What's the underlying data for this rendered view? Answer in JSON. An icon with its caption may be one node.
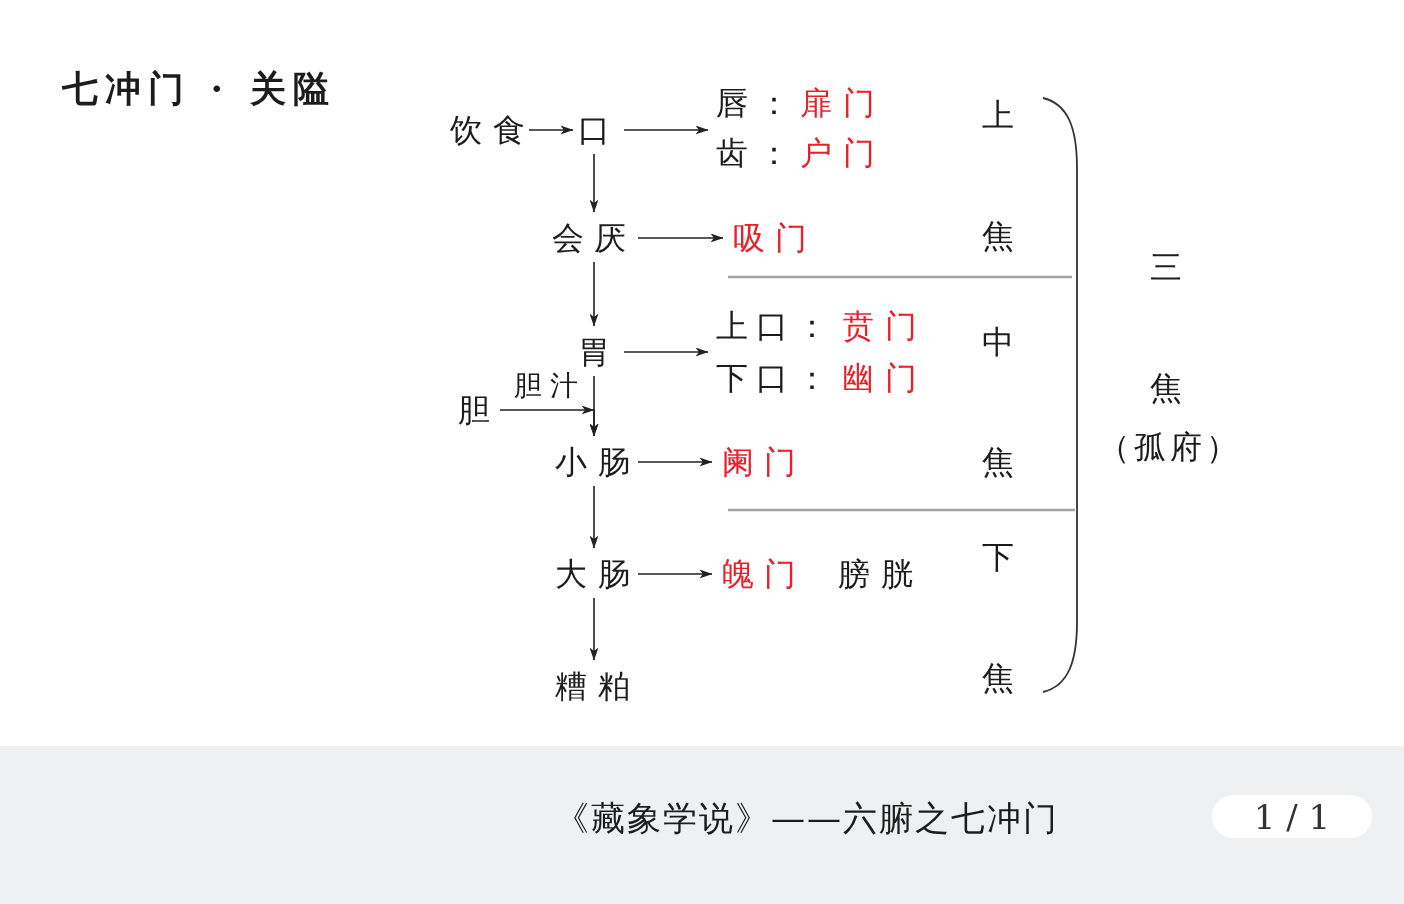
{
  "diagram": {
    "title": "七冲门 · 关隘",
    "nodes": [
      {
        "text": [
          "饮食"
        ]
      },
      {
        "text": [
          "口"
        ]
      },
      {
        "text": [
          "唇：",
          "扉门",
          "齿：",
          "户门"
        ]
      },
      {
        "text": [
          "会厌"
        ]
      },
      {
        "text": [
          "吸门"
        ]
      },
      {
        "text": [
          "胃"
        ]
      },
      {
        "text": [
          "上口：",
          "贲门",
          "下口：",
          "幽门"
        ]
      },
      {
        "text": [
          "胆"
        ]
      },
      {
        "text": [
          "小肠"
        ]
      },
      {
        "text": [
          "阑门"
        ]
      },
      {
        "text": [
          "大肠"
        ]
      },
      {
        "text": [
          "魄门"
        ]
      },
      {
        "text": [
          "糟粕"
        ]
      }
    ],
    "edges": [
      {
        "from": 0,
        "to": 1,
        "arrow": "to"
      },
      {
        "from": 1,
        "to": 2,
        "arrow": "to"
      },
      {
        "from": 1,
        "to": 3,
        "arrow": "to"
      },
      {
        "from": 3,
        "to": 4,
        "arrow": "to"
      },
      {
        "from": 3,
        "to": 5,
        "arrow": "to"
      },
      {
        "from": 5,
        "to": 6,
        "arrow": "to"
      },
      {
        "from": 5,
        "to": 8,
        "arrow": "to"
      },
      {
        "from": 7,
        "to": 8,
        "arrow": "to",
        "label": "胆汁"
      },
      {
        "from": 8,
        "to": 9,
        "arrow": "to"
      },
      {
        "from": 8,
        "to": 10,
        "arrow": "to"
      },
      {
        "from": 10,
        "to": 11,
        "arrow": "to"
      },
      {
        "from": 10,
        "to": 12,
        "arrow": "to"
      }
    ],
    "labels": [
      "上焦",
      "三焦",
      "（孤府）",
      "中焦",
      "膀胱",
      "下焦",
      "《藏象学说》——六腑之七冲门",
      "1 / 1"
    ]
  }
}
